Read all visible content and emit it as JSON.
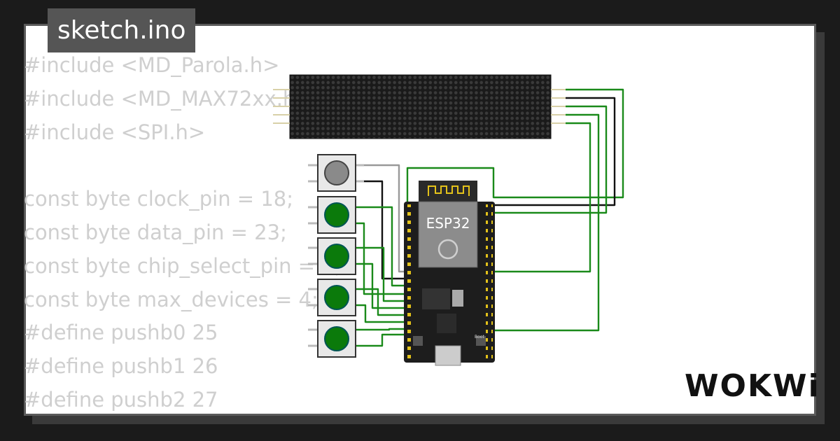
{
  "tab": {
    "filename": "sketch.ino"
  },
  "code_lines": [
    "#include <MD_Parola.h>",
    "#include <MD_MAX72xx.h>",
    "#include <SPI.h>",
    "",
    "const byte clock_pin = 18;",
    "const byte data_pin = 23;",
    "const byte chip_select_pin = 5;",
    "const byte max_devices = 4;",
    "#define pushb0 25",
    "#define pushb1 26",
    "#define pushb2 27"
  ],
  "board": {
    "label": "ESP32",
    "boot_label": "Boot"
  },
  "brand": {
    "logo": "WOKWi"
  },
  "colors": {
    "background": "#1b1b1b",
    "card": "#ffffff",
    "code_text": "#cfcfcf",
    "tab": "#555555",
    "wire_green": "#1a8a1a",
    "wire_black": "#111111",
    "wire_gray": "#999999",
    "board": "#1d1d1d",
    "button_green": "#0b7a0b"
  },
  "icons": [
    "led-matrix-icon",
    "pushbutton-icon",
    "esp32-board-icon",
    "wifi-antenna-icon",
    "espressif-logo-icon",
    "usb-port-icon"
  ]
}
